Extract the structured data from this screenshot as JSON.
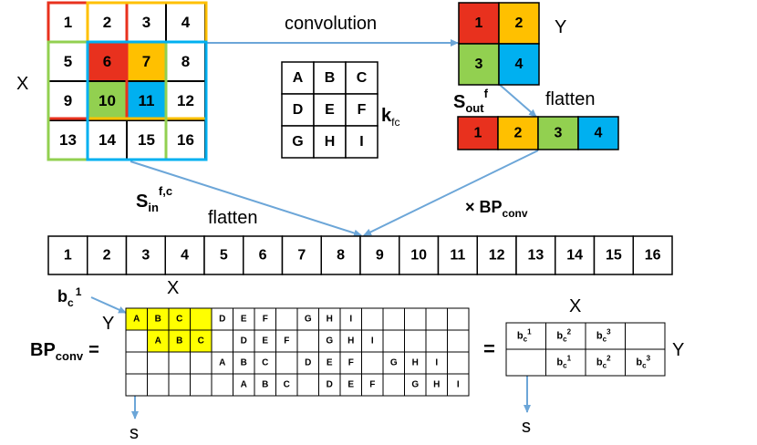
{
  "colors": {
    "red": "#e8311e",
    "orange": "#ffc000",
    "green": "#92d050",
    "blue": "#00b0f0",
    "yellow": "#ffff00",
    "arrow": "#6ca6d8",
    "grid": "#000000"
  },
  "labels": {
    "x_matrix": "X",
    "convolution": "convolution",
    "y_output": "Y",
    "s_out": "S",
    "s_out_sub": "out",
    "s_out_sup": "f",
    "flatten_top": "flatten",
    "kernel_k": "k",
    "kernel_sub": "fc",
    "s_in": "S",
    "s_in_sub": "in",
    "s_in_sup": "f,c",
    "flatten_mid": "flatten",
    "times_bp": "× BP",
    "times_bp_sub": "conv",
    "bc": "b",
    "bc_sub": "c",
    "bc_sup": "1",
    "bp_x": "X",
    "bp_y": "Y",
    "bp_label": "BP",
    "bp_sub": "conv",
    "bp_eq": "=",
    "eq2": "=",
    "out_x": "X",
    "out_y": "Y",
    "s_left": "s",
    "s_right": "s"
  },
  "input_matrix": [
    "1",
    "2",
    "3",
    "4",
    "5",
    "6",
    "7",
    "8",
    "9",
    "10",
    "11",
    "12",
    "13",
    "14",
    "15",
    "16"
  ],
  "kernel": [
    "A",
    "B",
    "C",
    "D",
    "E",
    "F",
    "G",
    "H",
    "I"
  ],
  "output_matrix": [
    "1",
    "2",
    "3",
    "4"
  ],
  "flat_output": [
    "1",
    "2",
    "3",
    "4"
  ],
  "flat_input": [
    "1",
    "2",
    "3",
    "4",
    "5",
    "6",
    "7",
    "8",
    "9",
    "10",
    "11",
    "12",
    "13",
    "14",
    "15",
    "16"
  ],
  "bp_rows": [
    [
      "A",
      "B",
      "C",
      "",
      "D",
      "E",
      "F",
      "",
      "G",
      "H",
      "I",
      "",
      "",
      "",
      "",
      ""
    ],
    [
      "",
      "A",
      "B",
      "C",
      "",
      "D",
      "E",
      "F",
      "",
      "G",
      "H",
      "I",
      "",
      "",
      "",
      ""
    ],
    [
      "",
      "",
      "",
      "",
      "A",
      "B",
      "C",
      "",
      "D",
      "E",
      "F",
      "",
      "G",
      "H",
      "I",
      ""
    ],
    [
      "",
      "",
      "",
      "",
      "",
      "A",
      "B",
      "C",
      "",
      "D",
      "E",
      "F",
      "",
      "G",
      "H",
      "I"
    ]
  ],
  "bias_rows": [
    [
      "1",
      "2",
      "3",
      ""
    ],
    [
      "",
      "1",
      "2",
      "3"
    ]
  ]
}
